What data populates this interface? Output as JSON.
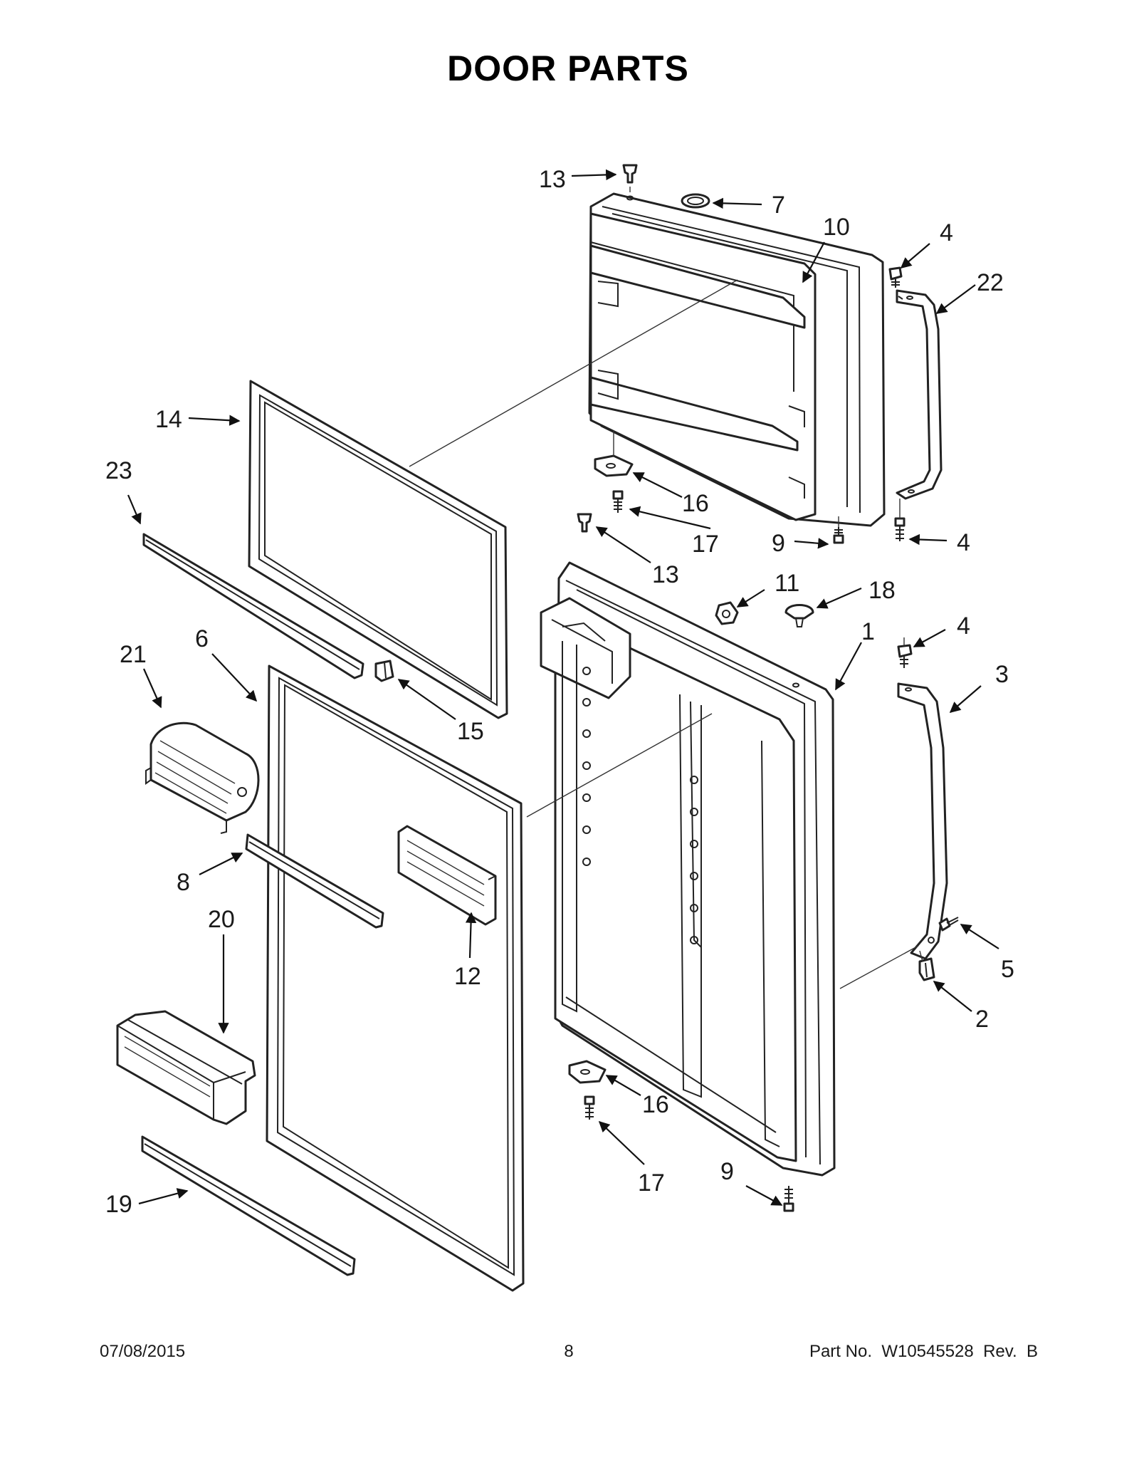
{
  "title": "DOOR PARTS",
  "callouts": [
    {
      "id": "c13a",
      "num": "13"
    },
    {
      "id": "c7",
      "num": "7"
    },
    {
      "id": "c10",
      "num": "10"
    },
    {
      "id": "c4a",
      "num": "4"
    },
    {
      "id": "c22",
      "num": "22"
    },
    {
      "id": "c14",
      "num": "14"
    },
    {
      "id": "c23",
      "num": "23"
    },
    {
      "id": "c16a",
      "num": "16"
    },
    {
      "id": "c17a",
      "num": "17"
    },
    {
      "id": "c9a",
      "num": "9"
    },
    {
      "id": "c4b",
      "num": "4"
    },
    {
      "id": "c13b",
      "num": "13"
    },
    {
      "id": "c11",
      "num": "11"
    },
    {
      "id": "c18",
      "num": "18"
    },
    {
      "id": "c1",
      "num": "1"
    },
    {
      "id": "c4c",
      "num": "4"
    },
    {
      "id": "c3",
      "num": "3"
    },
    {
      "id": "c21",
      "num": "21"
    },
    {
      "id": "c6",
      "num": "6"
    },
    {
      "id": "c15",
      "num": "15"
    },
    {
      "id": "c8",
      "num": "8"
    },
    {
      "id": "c12",
      "num": "12"
    },
    {
      "id": "c5",
      "num": "5"
    },
    {
      "id": "c2",
      "num": "2"
    },
    {
      "id": "c20",
      "num": "20"
    },
    {
      "id": "c16b",
      "num": "16"
    },
    {
      "id": "c17b",
      "num": "17"
    },
    {
      "id": "c9b",
      "num": "9"
    },
    {
      "id": "c19",
      "num": "19"
    }
  ],
  "footer": {
    "date": "07/08/2015",
    "page": "8",
    "part_no": "Part No.  W10545528  Rev.  B"
  }
}
